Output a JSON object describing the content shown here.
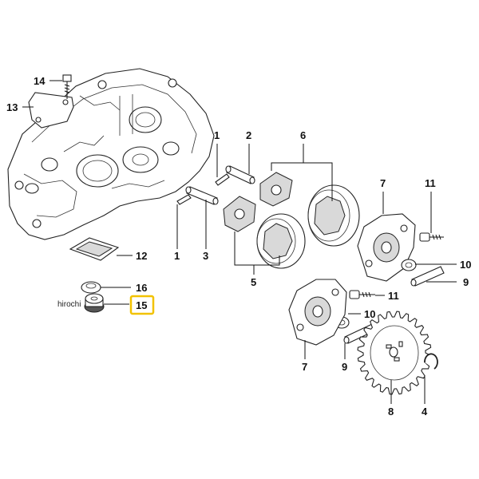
{
  "watermark": "hirochi",
  "highlight_color": "#f2c200",
  "callouts": {
    "c14": "14",
    "c13": "13",
    "c12": "12",
    "c16": "16",
    "c15": "15",
    "c1a": "1",
    "c2": "2",
    "c6": "6",
    "c1b": "1",
    "c3": "3",
    "c5": "5",
    "c7a": "7",
    "c11a": "11",
    "c10a": "10",
    "c9a": "9",
    "c11b": "11",
    "c10b": "10",
    "c7b": "7",
    "c9b": "9",
    "c8": "8",
    "c4": "4"
  }
}
